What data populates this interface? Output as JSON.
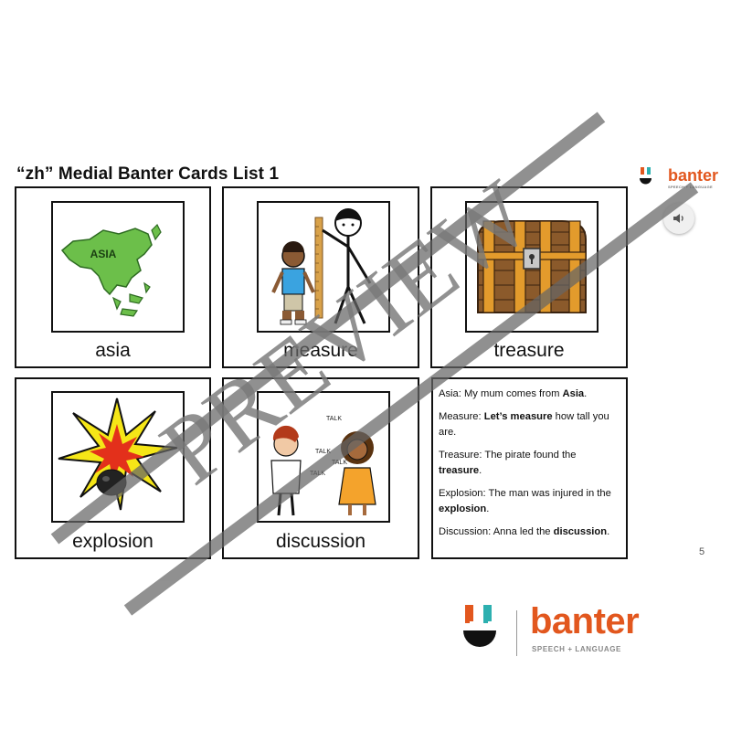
{
  "title": "“zh” Medial Banter Cards List 1",
  "brand": {
    "name": "banter",
    "tagline": "SPEECH + LANGUAGE",
    "color": "#e2571e",
    "accent": "#2db0b0"
  },
  "cards": [
    {
      "label": "asia",
      "picture": "asia-map"
    },
    {
      "label": "measure",
      "picture": "height-measure"
    },
    {
      "label": "treasure",
      "picture": "treasure-chest"
    },
    {
      "label": "explosion",
      "picture": "explosion"
    },
    {
      "label": "discussion",
      "picture": "two-people-talking"
    }
  ],
  "map_text": "ASIA",
  "talk_text": "TALK",
  "sentences": [
    {
      "prefix": "Asia: My mum comes from ",
      "bold": "Asia",
      "suffix": "."
    },
    {
      "prefix": "Measure: ",
      "bold": "Let’s measure",
      "suffix": " how tall you are."
    },
    {
      "prefix": "Treasure: The pirate found the ",
      "bold": "treasure",
      "suffix": "."
    },
    {
      "prefix": "Explosion: The man was injured in the ",
      "bold": "explosion",
      "suffix": "."
    },
    {
      "prefix": "Discussion: Anna led the ",
      "bold": "discussion",
      "suffix": "."
    }
  ],
  "page_number": "5",
  "watermark": "PREVIEW"
}
